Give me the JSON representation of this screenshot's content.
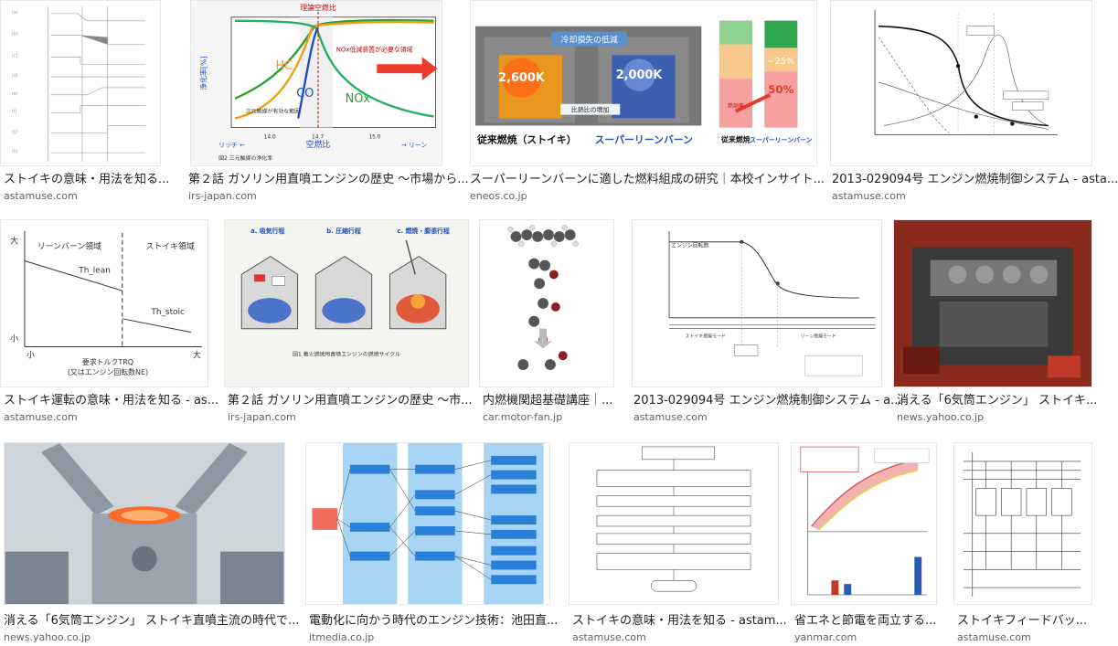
{
  "results": [
    {
      "title": "ストイキの意味・用法を知る...",
      "source": "astamuse.com",
      "thumb_icon": "timing-chart-thumbnail"
    },
    {
      "title": "第２話 ガソリン用直噴エンジンの歴史 ～市場から...",
      "source": "irs-japan.com",
      "thumb_icon": "catalyst-efficiency-chart-thumbnail",
      "labels": {
        "top": "理論空燃比",
        "ylabel": "浄化率[%]",
        "xlabel": "空燃比",
        "left": "リッチ ←",
        "right": "→ リーン",
        "hc": "HC",
        "co": "CO",
        "nox": "NOx",
        "note": "NOx低減装置が必要な領域",
        "range": "三元触媒が有効な範囲",
        "t14": "14.0",
        "t147": "14.7",
        "t15": "15.0",
        "caption": "図2 三元触媒の浄化率"
      }
    },
    {
      "title": "スーパーリーンバーンに適した燃料組成の研究｜本校インサイト...",
      "source": "eneos.co.jp",
      "thumb_icon": "engine-combustion-thumbnail",
      "labels": {
        "cool": "冷却損失の低減",
        "k1": "2,600K",
        "k2": "2,000K",
        "comp": "比熱比の増加",
        "a": "従来燃焼（ストイキ）",
        "b": "スーパーリーンバーン",
        "c1": "従来燃焼",
        "c2": "スーパーリーンバーン",
        "m25": "−25%",
        "p50": "50%",
        "h": "熱効率"
      }
    },
    {
      "title": "2013-029094号 エンジン燃焼制御システム - asta...",
      "source": "astamuse.com",
      "thumb_icon": "sensor-output-chart-thumbnail"
    },
    {
      "title": "ストイキ運転の意味・用法を知る - as...",
      "source": "astamuse.com",
      "thumb_icon": "threshold-chart-thumbnail",
      "labels": {
        "lean": "リーンバーン領域",
        "stoic": "ストイキ領域",
        "thl": "Th_lean",
        "ths": "Th_stoic",
        "big": "大",
        "small": "小",
        "xsmall": "小",
        "xbig": "大",
        "x1": "要求トルクTRQ",
        "x2": "(又はエンジン回転数NE)"
      }
    },
    {
      "title": "第２話 ガソリン用直噴エンジンの歴史 ～市...",
      "source": "irs-japan.com",
      "thumb_icon": "combustion-cycle-thumbnail",
      "labels": {
        "a": "a. 吸気行程",
        "b": "b. 圧縮行程",
        "c": "c. 燃焼・膨張行程",
        "cap": "図1 着火燃焼用直噴エンジンの燃焼サイクル"
      }
    },
    {
      "title": "内燃機関超基礎講座｜...",
      "source": "car.motor-fan.jp",
      "thumb_icon": "molecule-diagram-thumbnail"
    },
    {
      "title": "2013-029094号 エンジン燃焼制御システム - a...",
      "source": "astamuse.com",
      "thumb_icon": "rpm-chart-thumbnail",
      "labels": {
        "y": "エンジン回転数",
        "s": "ストイキ燃焼モード",
        "l": "リーン燃焼モード"
      }
    },
    {
      "title": "消える「6気筒エンジン」 ストイキ...",
      "source": "news.yahoo.co.jp",
      "thumb_icon": "engine-bay-photo-thumbnail"
    },
    {
      "title": "消える「6気筒エンジン」 ストイキ直噴主流の時代で...",
      "source": "news.yahoo.co.jp",
      "thumb_icon": "piston-photo-thumbnail"
    },
    {
      "title": "電動化に向かう時代のエンジン技術：池田直...",
      "source": "itmedia.co.jp",
      "thumb_icon": "technology-map-thumbnail"
    },
    {
      "title": "ストイキの意味・用法を知る - astam...",
      "source": "astamuse.com",
      "thumb_icon": "flowchart-thumbnail"
    },
    {
      "title": "省エネと節電を両立する...",
      "source": "yanmar.com",
      "thumb_icon": "efficiency-curve-thumbnail"
    },
    {
      "title": "ストイキフィードバッ...",
      "source": "astamuse.com",
      "thumb_icon": "circuit-diagram-thumbnail"
    }
  ]
}
